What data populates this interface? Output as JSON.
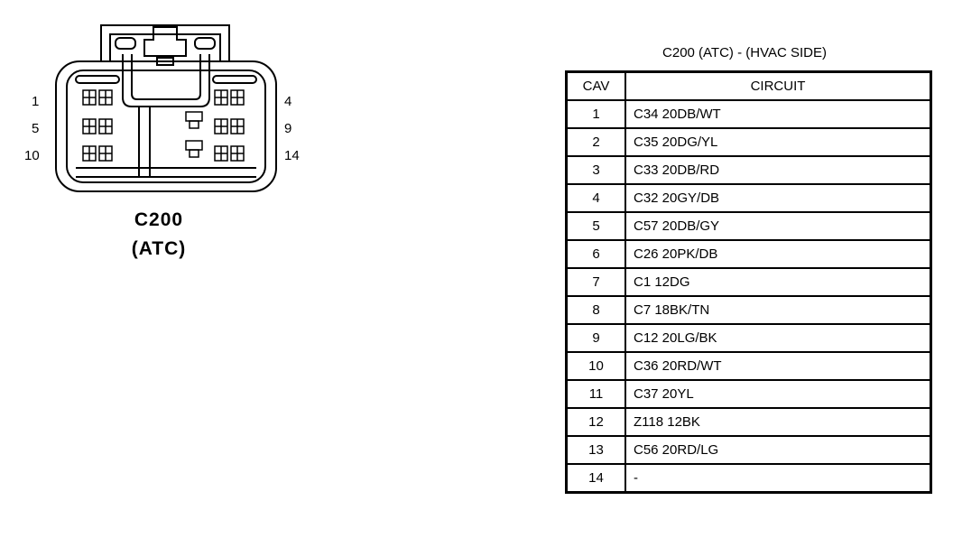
{
  "connector": {
    "name": "C200",
    "subtitle": "(ATC)",
    "pin_labels": {
      "p1": "1",
      "p5": "5",
      "p10": "10",
      "p4": "4",
      "p9": "9",
      "p14": "14"
    }
  },
  "table": {
    "title": "C200 (ATC) - (HVAC SIDE)",
    "headers": {
      "cav": "CAV",
      "circuit": "CIRCUIT"
    },
    "rows": [
      {
        "cav": "1",
        "circuit": "C34 20DB/WT"
      },
      {
        "cav": "2",
        "circuit": "C35 20DG/YL"
      },
      {
        "cav": "3",
        "circuit": "C33 20DB/RD"
      },
      {
        "cav": "4",
        "circuit": "C32 20GY/DB"
      },
      {
        "cav": "5",
        "circuit": "C57 20DB/GY"
      },
      {
        "cav": "6",
        "circuit": "C26 20PK/DB"
      },
      {
        "cav": "7",
        "circuit": "C1 12DG"
      },
      {
        "cav": "8",
        "circuit": "C7 18BK/TN"
      },
      {
        "cav": "9",
        "circuit": "C12 20LG/BK"
      },
      {
        "cav": "10",
        "circuit": "C36 20RD/WT"
      },
      {
        "cav": "11",
        "circuit": "C37 20YL"
      },
      {
        "cav": "12",
        "circuit": "Z118 12BK"
      },
      {
        "cav": "13",
        "circuit": "C56 20RD/LG"
      },
      {
        "cav": "14",
        "circuit": "-"
      }
    ]
  }
}
